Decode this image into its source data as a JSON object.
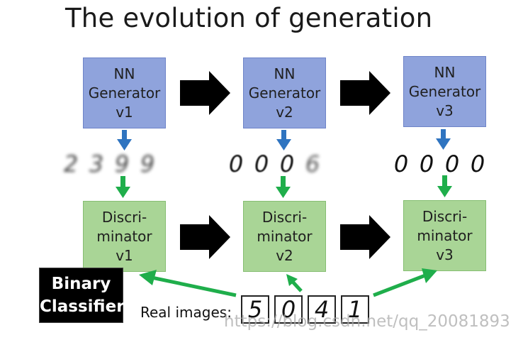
{
  "title": "The evolution of generation",
  "generators": [
    {
      "label": "NN\nGenerator\nv1"
    },
    {
      "label": "NN\nGenerator\nv2"
    },
    {
      "label": "NN\nGenerator\nv3"
    }
  ],
  "discriminators": [
    {
      "label": "Discri-\nminator\nv1"
    },
    {
      "label": "Discri-\nminator\nv2"
    },
    {
      "label": "Discri-\nminator\nv3"
    }
  ],
  "samples": [
    [
      "2",
      "3",
      "9",
      "9"
    ],
    [
      "0",
      "0",
      "0",
      "6"
    ],
    [
      "0",
      "0",
      "0",
      "0"
    ]
  ],
  "binary_classifier": {
    "line1": "Binary",
    "line2": "Classifier"
  },
  "real_images": {
    "label": "Real images:",
    "digits": [
      "5",
      "0",
      "4",
      "1"
    ]
  },
  "watermark": "https://blog.csdn.net/qq_20081893",
  "colors": {
    "generator": "#8fa3dc",
    "discriminator": "#a9d596",
    "blue_arrow": "#2f74c0",
    "green_arrow": "#1fae4b"
  }
}
